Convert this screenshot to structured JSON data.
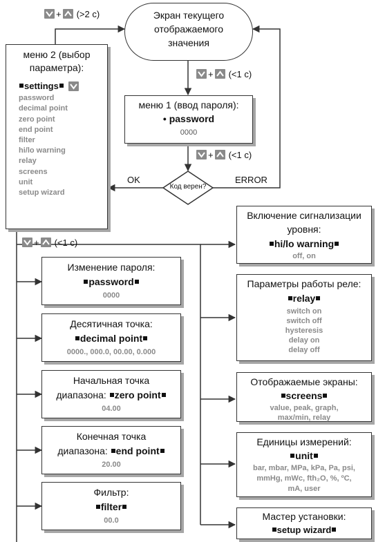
{
  "start": [
    "Экран текущего",
    "отображаемого",
    "значения"
  ],
  "menu1": {
    "title": "меню 1 (ввод пароля):",
    "item": "• password",
    "value": "0000"
  },
  "check": {
    "label": "Код верен?",
    "ok": "OK",
    "error": "ERROR"
  },
  "menu2": {
    "title": [
      "меню 2 (выбор",
      "параметра):"
    ],
    "settings": "settings",
    "items": [
      "password",
      "decimal point",
      "zero point",
      "end point",
      "filter",
      "hi/lo warning",
      "relay",
      "screens",
      "unit",
      "setup wizard"
    ]
  },
  "keys": {
    "plus": "+",
    "long": "(>2 с)",
    "short": "(<1 с)"
  },
  "left_boxes": [
    {
      "lines": [
        "Изменение пароля:"
      ],
      "key": "password",
      "key_prefix": "",
      "values": [
        "0000"
      ]
    },
    {
      "lines": [
        "Десятичная точка:"
      ],
      "key": "decimal point",
      "key_prefix": "",
      "values": [
        "0000., 000.0, 00.00, 0.000"
      ]
    },
    {
      "lines": [
        "Начальная точка"
      ],
      "key": "zero point",
      "key_prefix": "диапазона: ",
      "values": [
        "04.00"
      ]
    },
    {
      "lines": [
        "Конечная точка"
      ],
      "key": "end point",
      "key_prefix": "диапазона: ",
      "values": [
        "20.00"
      ]
    },
    {
      "lines": [
        "Фильтр:"
      ],
      "key": "filter",
      "key_prefix": "",
      "values": [
        "00.0"
      ]
    }
  ],
  "right_boxes": [
    {
      "lines": [
        "Включение сигнализации",
        "уровня:"
      ],
      "key": "hi/lo warning",
      "values": [
        "off, on"
      ]
    },
    {
      "lines": [
        "Параметры работы реле:"
      ],
      "key": "relay",
      "values": [
        "switch on",
        "switch off",
        "hysteresis",
        "delay on",
        "delay off"
      ]
    },
    {
      "lines": [
        "Отображаемые экраны:"
      ],
      "key": "screens",
      "values": [
        "value, peak, graph,",
        "max/min, relay"
      ]
    },
    {
      "lines": [
        "Единицы измерений:"
      ],
      "key": "unit",
      "values": [
        "bar, mbar, MPa, kPa, Pa, psi,",
        "mmHg, mWc, fth₂O, %, ºC,",
        "mA, user"
      ]
    },
    {
      "lines": [
        "Мастер установки:"
      ],
      "key": "setup wizard",
      "values": []
    }
  ]
}
